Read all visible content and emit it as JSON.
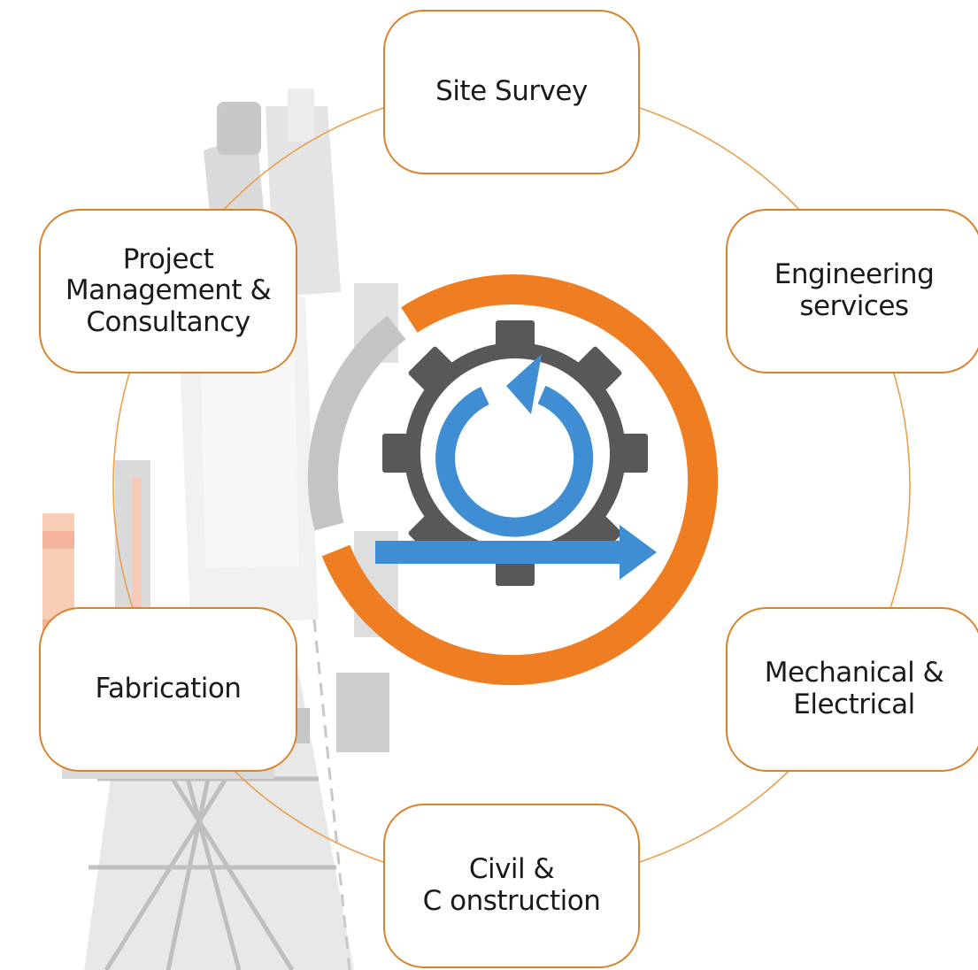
{
  "diagram": {
    "colors": {
      "accent_orange": "#ef7d22",
      "border_orange": "#d9822b",
      "cycle_line": "#e8a04f",
      "gear_gray": "#585858",
      "arrow_blue": "#3f8ed3",
      "ring_gray": "#c4c4c4"
    },
    "center_icon": "gear-cycle-arrow-icon",
    "background_image": "telecom-tower-photo",
    "nodes": [
      {
        "id": "site-survey",
        "lines": [
          "Site Survey"
        ]
      },
      {
        "id": "engineering",
        "lines": [
          "Engineering",
          "services"
        ]
      },
      {
        "id": "mech",
        "lines": [
          "Mechanical &",
          "Electrical"
        ]
      },
      {
        "id": "civil",
        "lines": [
          "Civil &",
          "C onstruction"
        ]
      },
      {
        "id": "fabrication",
        "lines": [
          "Fabrication"
        ]
      },
      {
        "id": "pmc",
        "lines": [
          "Project",
          "Management &",
          "Consultancy"
        ]
      }
    ]
  }
}
